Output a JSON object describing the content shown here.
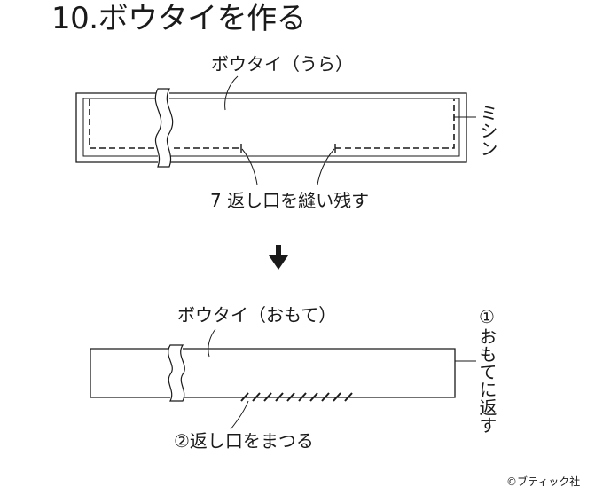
{
  "title": "10.ボウタイを作る",
  "top": {
    "label_back": "ボウタイ（うら）",
    "label_stitch": "ミシン",
    "label_opening": "7 返し口を縫い残す"
  },
  "bottom": {
    "label_front": "ボウタイ（おもて）",
    "label_turn": "①おもてに返す",
    "label_finish": "②返し口をまつる"
  },
  "copyright": "©ブティック社",
  "colors": {
    "ink": "#1a1a1a",
    "background": "#ffffff"
  }
}
